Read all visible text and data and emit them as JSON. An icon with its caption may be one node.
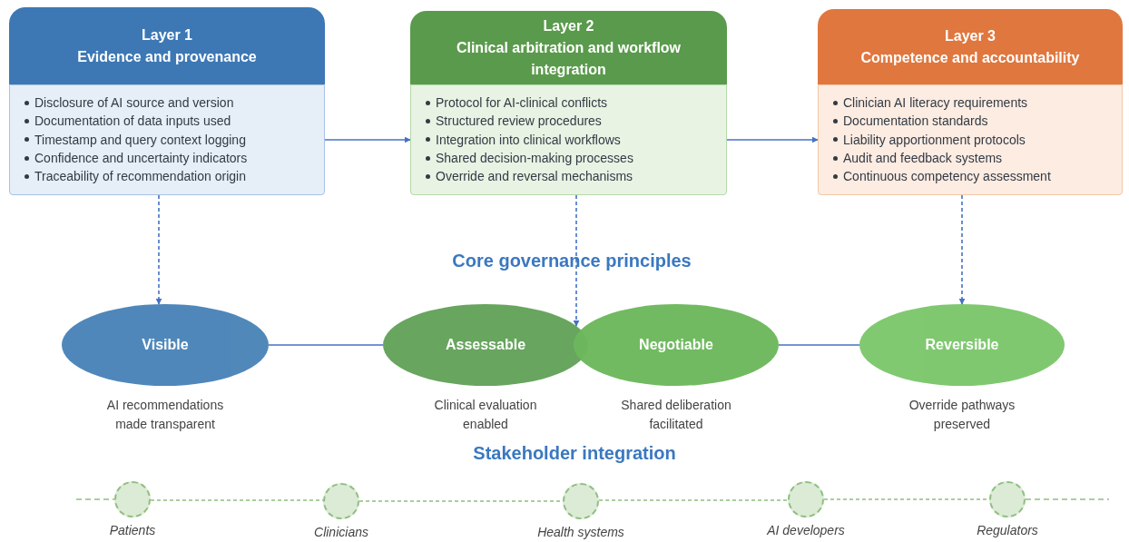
{
  "diagram": {
    "nodes": [
      {
        "text": [
          "Layer 1",
          "Evidence and provenance",
          "Disclosure of AI source and version",
          "Documentation of data inputs used",
          "Timestamp and query context logging",
          "Confidence and uncertainty indicators",
          "Traceability of recommendation origin"
        ]
      },
      {
        "text": [
          "Layer 2",
          "Clinical arbitration and workflow integration",
          "Protocol for AI-clinical conflicts",
          "Structured review procedures",
          "Integration into clinical workflows",
          "Shared decision-making processes",
          "Override and reversal mechanisms"
        ]
      },
      {
        "text": [
          "Layer 3",
          "Competence and accountability",
          "Clinician AI literacy requirements",
          "Documentation standards",
          "Liability apportionment protocols",
          "Audit and feedback systems",
          "Continuous competency assessment"
        ]
      },
      {
        "text": [
          "Visible"
        ],
        "beside": [
          "AI recommendations made transparent"
        ]
      },
      {
        "text": [
          "Assessable"
        ],
        "beside": [
          "Clinical evaluation enabled"
        ]
      },
      {
        "text": [
          "Negotiable"
        ],
        "beside": [
          "Shared deliberation facilitated"
        ]
      },
      {
        "text": [
          "Reversible"
        ],
        "beside": [
          "Override pathways preserved"
        ]
      },
      {
        "text": [],
        "shape": "circle",
        "beside": [
          "Patients"
        ]
      },
      {
        "text": [],
        "shape": "circle",
        "beside": [
          "Clinicians"
        ]
      },
      {
        "text": [],
        "shape": "circle",
        "beside": [
          "Health systems"
        ]
      },
      {
        "text": [],
        "shape": "circle",
        "beside": [
          "AI developers"
        ]
      },
      {
        "text": [],
        "shape": "circle",
        "beside": [
          "Regulators"
        ]
      }
    ],
    "edges": [
      {
        "from": 0,
        "to": 1,
        "arrow": "to"
      },
      {
        "from": 1,
        "to": 2,
        "arrow": "to"
      },
      {
        "from": 0,
        "to": 3,
        "arrow": "to",
        "style": "dashed"
      },
      {
        "from": 1,
        "to": 4,
        "arrow": "to",
        "style": "dashed"
      },
      {
        "from": 2,
        "to": 6,
        "arrow": "to",
        "style": "dashed"
      },
      {
        "from": 3,
        "to": 4,
        "arrow": "none"
      },
      {
        "from": 5,
        "to": 6,
        "arrow": "none"
      },
      {
        "from": 7,
        "to": 8,
        "arrow": "none",
        "style": "dashed",
        "color": "#8fbf7f"
      },
      {
        "from": 8,
        "to": 9,
        "arrow": "none",
        "style": "dashed",
        "color": "#8fbf7f"
      },
      {
        "from": 9,
        "to": 10,
        "arrow": "none",
        "style": "dashed",
        "color": "#8fbf7f"
      },
      {
        "from": 10,
        "to": 11,
        "arrow": "none",
        "style": "dashed",
        "color": "#8fbf7f"
      }
    ],
    "labels": [
      "Core governance principles",
      "Stakeholder integration"
    ]
  }
}
